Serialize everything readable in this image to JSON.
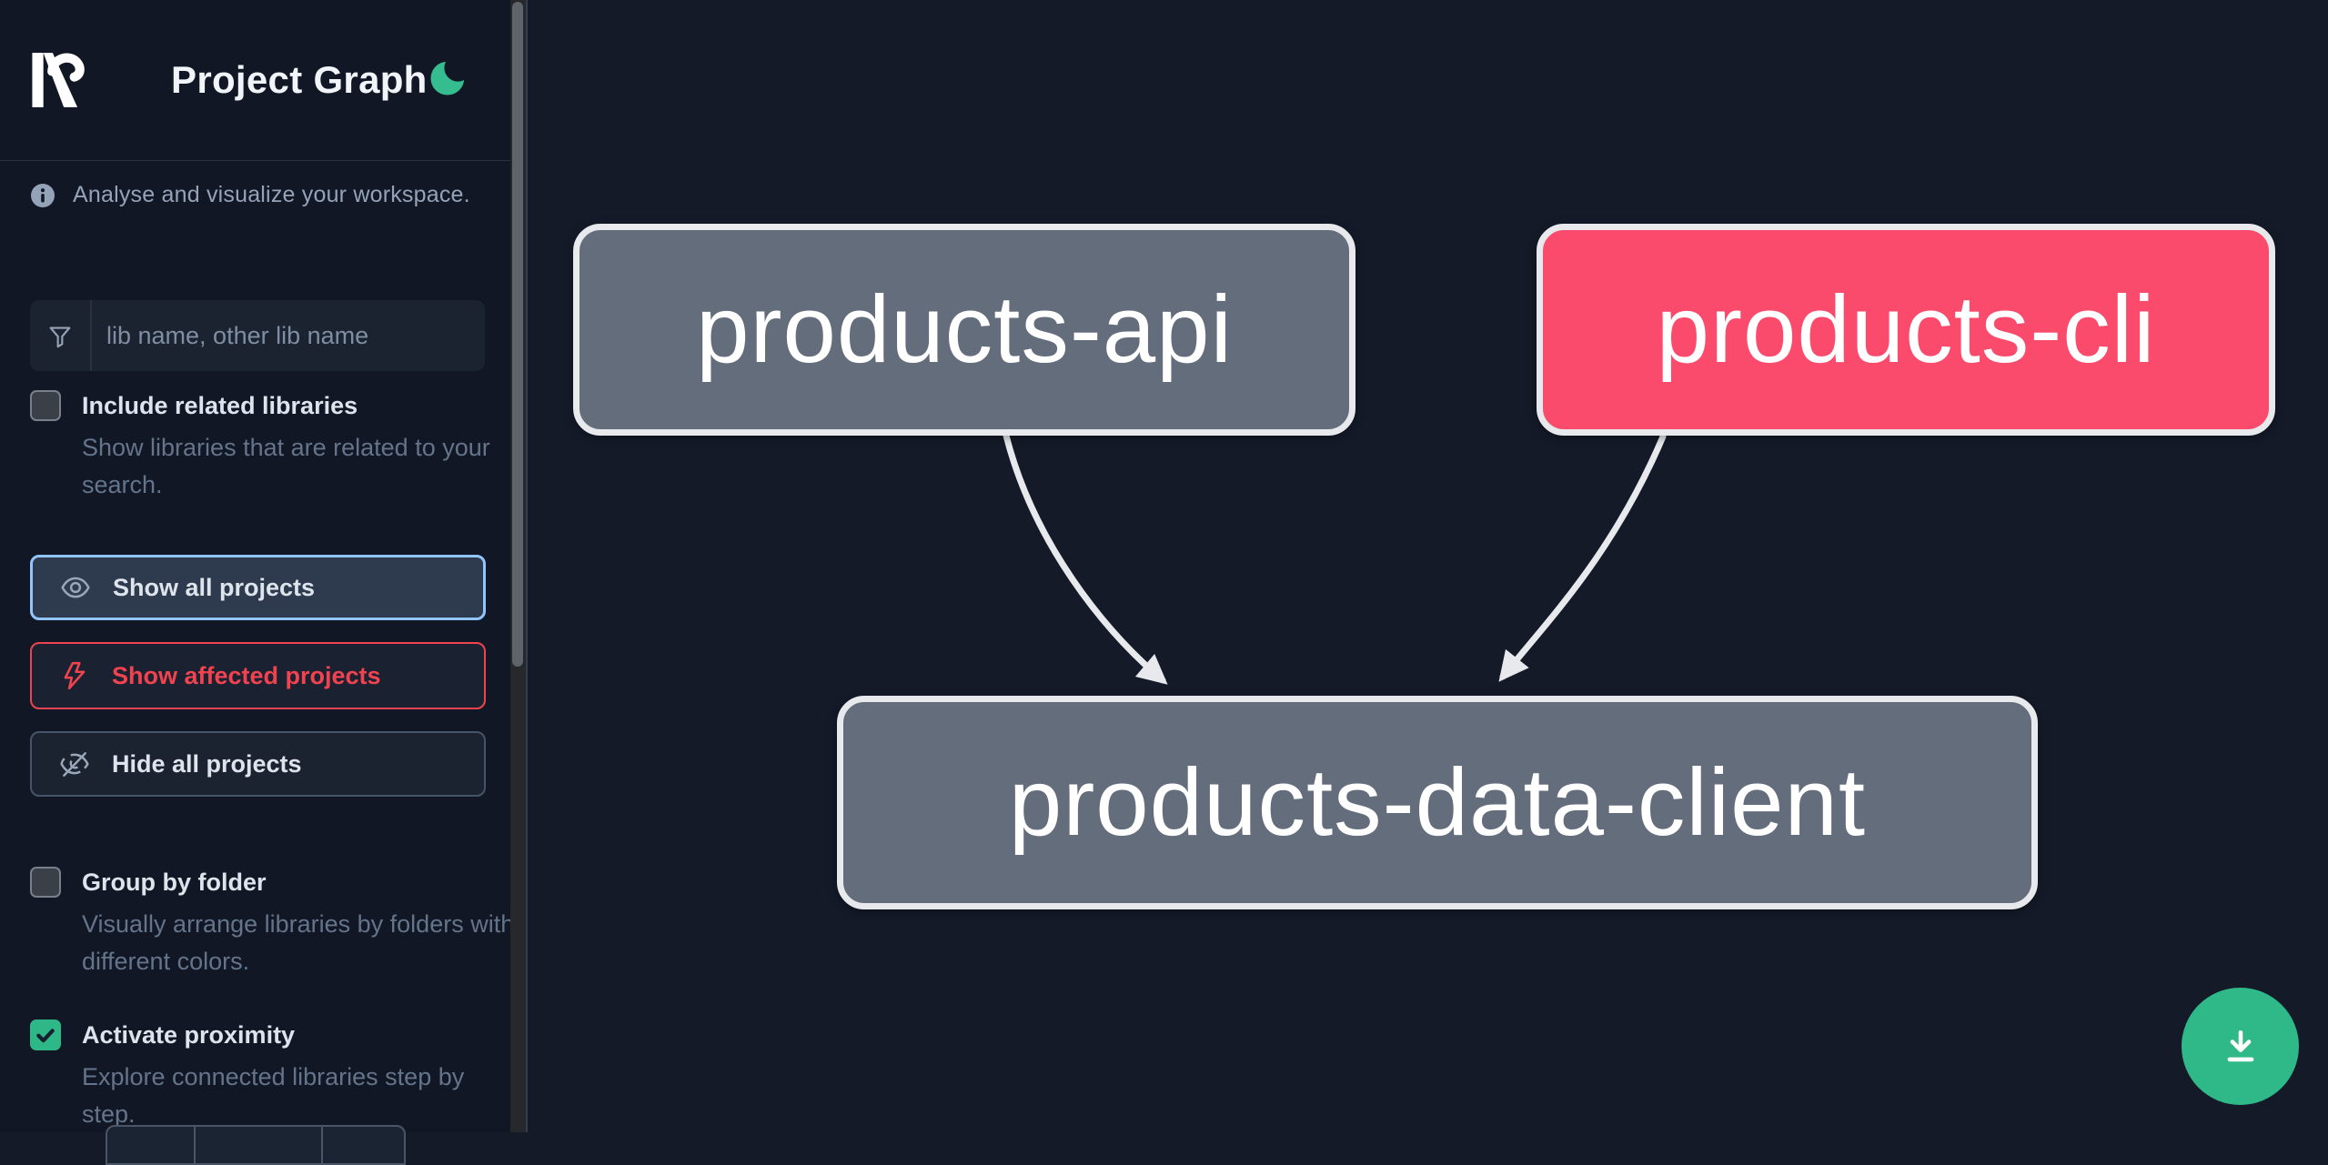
{
  "app": {
    "title": "Project Graph"
  },
  "sidebar": {
    "tagline": "Analyse and visualize your workspace.",
    "search": {
      "placeholder": "lib name, other lib name",
      "value": ""
    },
    "options": [
      {
        "label": "Include related libraries",
        "description": "Show libraries that are related to your search.",
        "checked": false
      },
      {
        "label": "Group by folder",
        "description": "Visually arrange libraries by folders with different colors.",
        "checked": false
      },
      {
        "label": "Activate proximity",
        "description": "Explore connected libraries step by step.",
        "checked": true
      }
    ],
    "actions": [
      {
        "label": "Show all projects",
        "icon": "eye-icon",
        "variant": "focused"
      },
      {
        "label": "Show affected projects",
        "icon": "bolt-icon",
        "variant": "affected"
      },
      {
        "label": "Hide all projects",
        "icon": "eye-off-icon",
        "variant": "default"
      }
    ]
  },
  "graph": {
    "nodes": [
      {
        "id": "products-api",
        "label": "products-api",
        "status": "default"
      },
      {
        "id": "products-cli",
        "label": "products-cli",
        "status": "affected"
      },
      {
        "id": "products-data-client",
        "label": "products-data-client",
        "status": "default"
      }
    ],
    "edges": [
      {
        "source": "products-api",
        "target": "products-data-client"
      },
      {
        "source": "products-cli",
        "target": "products-data-client"
      }
    ]
  },
  "fab": {
    "icon": "download-icon"
  },
  "colors": {
    "sidebar_background": "#121725",
    "canvas_background": "#141a28",
    "node_default": "#646d7b",
    "node_affected": "#fb4b6c",
    "node_border": "#e7e9ec",
    "edge": "#e7e9ec",
    "focused_button_border": "#93c5fd",
    "affected_accent": "#ef4450",
    "checkbox_checked": "#2fb887",
    "fab_background": "#2fb888",
    "theme_icon": "#35bd90"
  }
}
